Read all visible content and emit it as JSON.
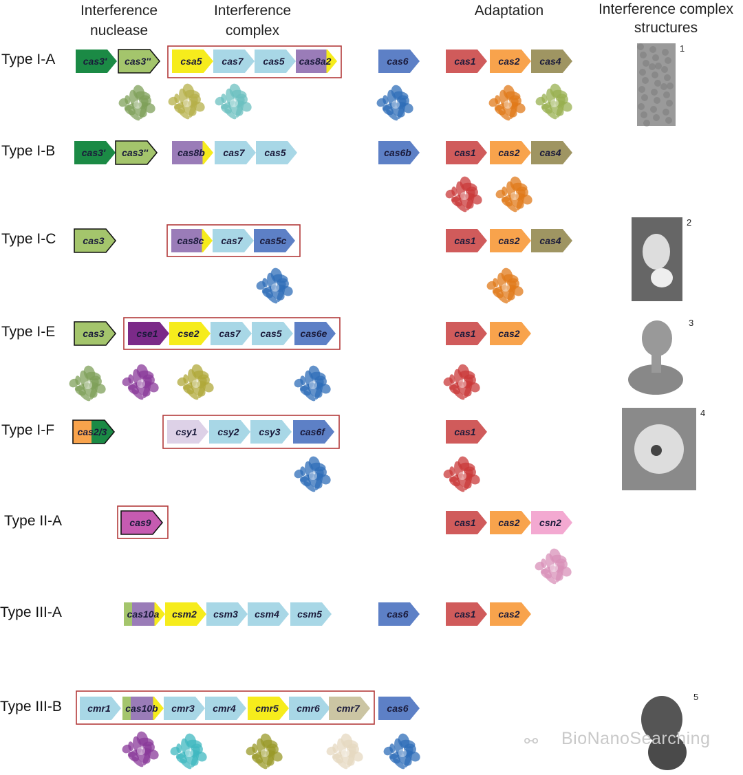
{
  "headers": {
    "nuclease": "Interference nuclease",
    "complex": "Interference complex",
    "adaptation": "Adaptation",
    "structures": "Interference complex structures"
  },
  "colors": {
    "dkgreen": "#1b8a45",
    "ltgreen": "#a4c56c",
    "yellow": "#f6ec1c",
    "ltblue": "#a8d7e6",
    "purple": "#9a7cb8",
    "blue": "#5d80c6",
    "red": "#d05b5b",
    "orange": "#f8a34c",
    "olive": "#9f9562",
    "dkpurple": "#7b2a88",
    "lavender": "#ddd1e7",
    "magenta": "#c65bb1",
    "pink": "#f3a9d1",
    "tan": "#cbc5a3",
    "box": "#b23a3a"
  },
  "rows": [
    {
      "label": "Type I-A",
      "genes": [
        {
          "name": "cas3'",
          "color": "dkgreen"
        },
        {
          "name": "cas3''",
          "color": "ltgreen",
          "outline": true
        },
        {
          "name": "csa5",
          "color": "yellow"
        },
        {
          "name": "cas7",
          "color": "ltblue"
        },
        {
          "name": "cas5",
          "color": "ltblue"
        },
        {
          "name": "cas8a2",
          "color": "purple",
          "tip": "yellow"
        },
        {
          "name": "cas6",
          "color": "blue"
        },
        {
          "name": "cas1",
          "color": "red"
        },
        {
          "name": "cas2",
          "color": "orange"
        },
        {
          "name": "cas4",
          "color": "olive"
        }
      ]
    },
    {
      "label": "Type I-B",
      "genes": [
        {
          "name": "cas3'",
          "color": "dkgreen"
        },
        {
          "name": "cas3''",
          "color": "ltgreen",
          "outline": true
        },
        {
          "name": "cas8b",
          "color": "purple",
          "tip": "yellow"
        },
        {
          "name": "cas7",
          "color": "ltblue"
        },
        {
          "name": "cas5",
          "color": "ltblue"
        },
        {
          "name": "cas6b",
          "color": "blue"
        },
        {
          "name": "cas1",
          "color": "red"
        },
        {
          "name": "cas2",
          "color": "orange"
        },
        {
          "name": "cas4",
          "color": "olive"
        }
      ]
    },
    {
      "label": "Type I-C",
      "genes": [
        {
          "name": "cas3",
          "color": "ltgreen",
          "outline": true
        },
        {
          "name": "cas8c",
          "color": "purple",
          "tip": "yellow"
        },
        {
          "name": "cas7",
          "color": "ltblue"
        },
        {
          "name": "cas5c",
          "color": "blue"
        },
        {
          "name": "cas1",
          "color": "red"
        },
        {
          "name": "cas2",
          "color": "orange"
        },
        {
          "name": "cas4",
          "color": "olive"
        }
      ]
    },
    {
      "label": "Type I-E",
      "genes": [
        {
          "name": "cas3",
          "color": "ltgreen",
          "outline": true
        },
        {
          "name": "cse1",
          "color": "dkpurple",
          "light": true
        },
        {
          "name": "cse2",
          "color": "yellow"
        },
        {
          "name": "cas7",
          "color": "ltblue"
        },
        {
          "name": "cas5",
          "color": "ltblue"
        },
        {
          "name": "cas6e",
          "color": "blue"
        },
        {
          "name": "cas1",
          "color": "red"
        },
        {
          "name": "cas2",
          "color": "orange"
        }
      ]
    },
    {
      "label": "Type I-F",
      "genes": [
        {
          "name": "cas2/3",
          "color": "orange",
          "split": "dkgreen",
          "outline": true
        },
        {
          "name": "csy1",
          "color": "lavender"
        },
        {
          "name": "csy2",
          "color": "ltblue"
        },
        {
          "name": "csy3",
          "color": "ltblue"
        },
        {
          "name": "cas6f",
          "color": "blue"
        },
        {
          "name": "cas1",
          "color": "red"
        }
      ]
    },
    {
      "label": "Type II-A",
      "genes": [
        {
          "name": "cas9",
          "color": "magenta",
          "outline": true
        },
        {
          "name": "cas1",
          "color": "red"
        },
        {
          "name": "cas2",
          "color": "orange"
        },
        {
          "name": "csn2",
          "color": "pink"
        }
      ]
    },
    {
      "label": "Type III-A",
      "genes": [
        {
          "name": "cas10a",
          "color": "purple",
          "lead": "ltgreen",
          "tip": "yellow"
        },
        {
          "name": "csm2",
          "color": "yellow"
        },
        {
          "name": "csm3",
          "color": "ltblue"
        },
        {
          "name": "csm4",
          "color": "ltblue"
        },
        {
          "name": "csm5",
          "color": "ltblue"
        },
        {
          "name": "cas6",
          "color": "blue"
        },
        {
          "name": "cas1",
          "color": "red"
        },
        {
          "name": "cas2",
          "color": "orange"
        }
      ]
    },
    {
      "label": "Type III-B",
      "genes": [
        {
          "name": "cmr1",
          "color": "ltblue"
        },
        {
          "name": "cas10b",
          "color": "purple",
          "lead": "ltgreen",
          "tip": "yellow"
        },
        {
          "name": "cmr3",
          "color": "ltblue"
        },
        {
          "name": "cmr4",
          "color": "ltblue"
        },
        {
          "name": "cmr5",
          "color": "yellow"
        },
        {
          "name": "cmr6",
          "color": "ltblue"
        },
        {
          "name": "cmr7",
          "color": "tan"
        },
        {
          "name": "cas6",
          "color": "blue"
        }
      ]
    }
  ],
  "structures": [
    "1",
    "2",
    "3",
    "4",
    "5"
  ],
  "watermark": "BioNanoSearching"
}
